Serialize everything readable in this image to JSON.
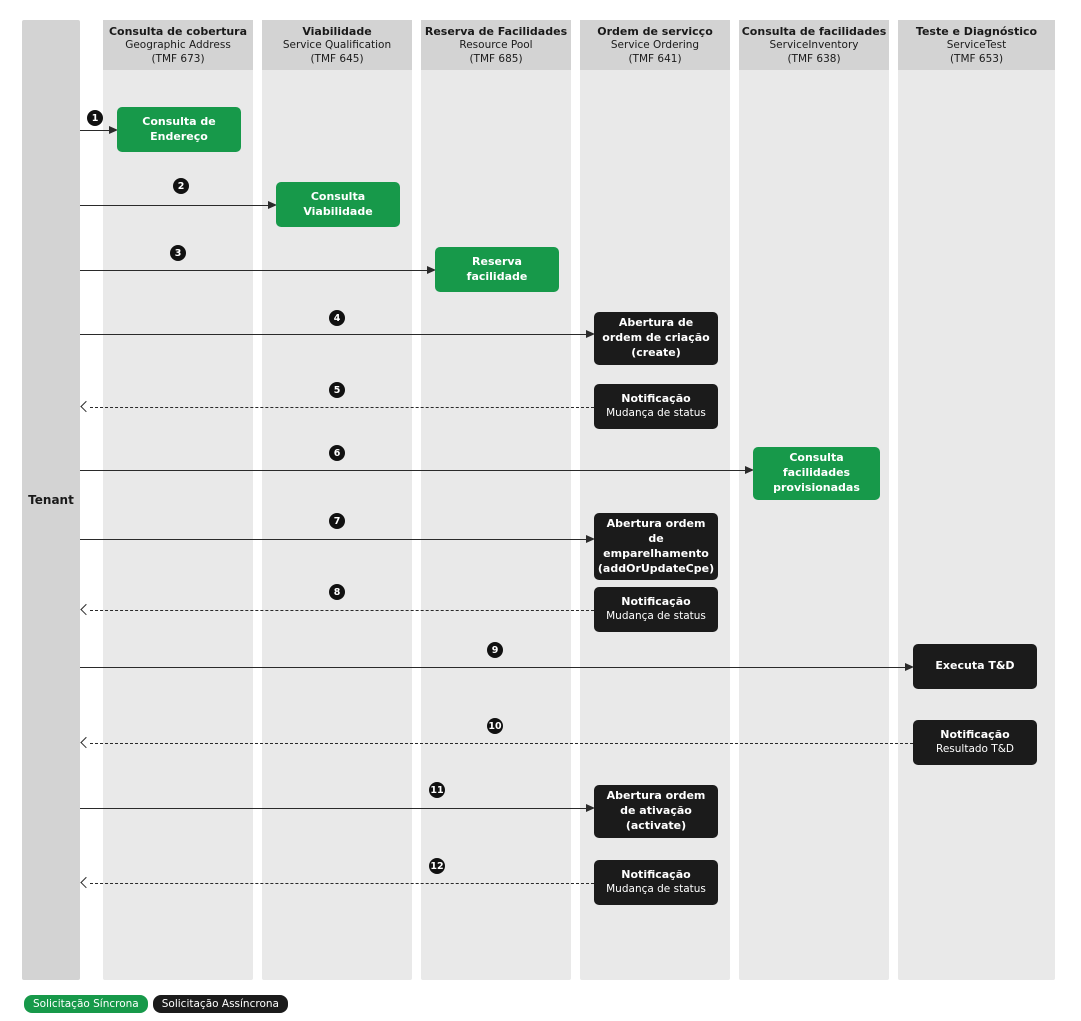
{
  "diagram": {
    "tenant_label": "Tenant",
    "colors": {
      "sync_green": "#17994a",
      "async_black": "#1b1b1b",
      "lane_body": "#e9e9e9",
      "lane_header": "#d3d3d3"
    },
    "lanes": [
      {
        "title": "Consulta de cobertura",
        "subtitle": "Geographic Address",
        "tmf": "(TMF 673)"
      },
      {
        "title": "Viabilidade",
        "subtitle": "Service Qualification",
        "tmf": "(TMF 645)"
      },
      {
        "title": "Reserva de Facilidades",
        "subtitle": "Resource Pool",
        "tmf": "(TMF 685)"
      },
      {
        "title": "Ordem de servicço",
        "subtitle": "Service Ordering",
        "tmf": "(TMF 641)"
      },
      {
        "title": "Consulta de facilidades",
        "subtitle": "ServiceInventory",
        "tmf": "(TMF 638)"
      },
      {
        "title": "Teste e Diagnóstico",
        "subtitle": "ServiceTest",
        "tmf": "(TMF 653)"
      }
    ],
    "steps": [
      {
        "number": "1",
        "title": "Consulta de Endereço"
      },
      {
        "number": "2",
        "title": "Consulta Viabilidade"
      },
      {
        "number": "3",
        "title": "Reserva facilidade"
      },
      {
        "number": "4",
        "title": "Abertura de ordem de criação (create)"
      },
      {
        "number": "5",
        "title": "Notificação",
        "subtitle": "Mudança de status"
      },
      {
        "number": "6",
        "title": "Consulta facilidades provisionadas"
      },
      {
        "number": "7",
        "title": "Abertura ordem de emparelhamento (addOrUpdateCpe)"
      },
      {
        "number": "8",
        "title": "Notificação",
        "subtitle": "Mudança de status"
      },
      {
        "number": "9",
        "title": "Executa T&D"
      },
      {
        "number": "10",
        "title": "Notificação",
        "subtitle": "Resultado T&D"
      },
      {
        "number": "11",
        "title": "Abertura ordem de ativação (activate)"
      },
      {
        "number": "12",
        "title": "Notificação",
        "subtitle": "Mudança de status"
      }
    ]
  },
  "legend": {
    "sync_label": "Solicitação Síncrona",
    "async_label": "Solicitação Assíncrona"
  }
}
